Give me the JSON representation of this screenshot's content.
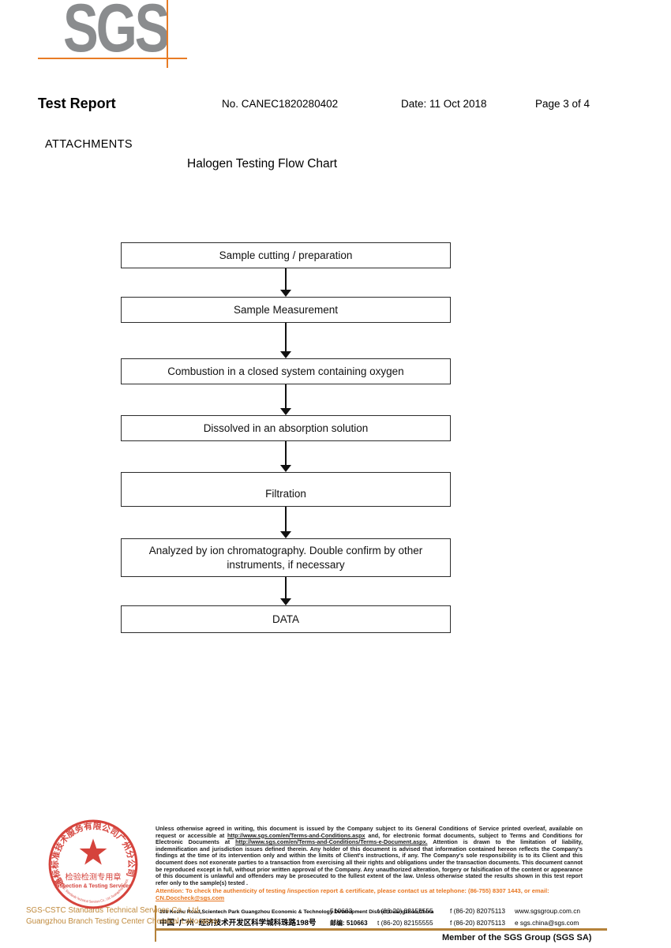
{
  "logo": {
    "text": "SGS"
  },
  "header": {
    "title": "Test Report",
    "report_no": "No. CANEC1820280402",
    "date": "Date: 11 Oct 2018",
    "page": "Page 3 of 4"
  },
  "attachments": {
    "label": "ATTACHMENTS",
    "chart_title": "Halogen Testing Flow Chart"
  },
  "flowchart": {
    "steps": [
      {
        "label": "Sample cutting / preparation"
      },
      {
        "label": "Sample Measurement"
      },
      {
        "label": "Combustion in a closed system containing oxygen"
      },
      {
        "label": "Dissolved in an absorption solution"
      },
      {
        "label": "Filtration"
      },
      {
        "label": "Analyzed by ion chromatography. Double confirm by other instruments, if necessary"
      },
      {
        "label": "DATA"
      }
    ]
  },
  "stamp": {
    "arc_text_cn": "通标标准技术服务有限公司广州分公司",
    "arc_text_en": "SGS-CSTC Standards Technical Services Co., Ltd. Guangzhou Branch",
    "line1": "检验检测专用章",
    "line2": "Inspection & Testing Services",
    "color": "#d2342c"
  },
  "footer": {
    "company_line1": "SGS-CSTC Standards Technical Services Co., Ltd.",
    "company_line2": "Guangzhou Branch Testing Center Chemical Laboratory.",
    "legal": {
      "seg1": "Unless otherwise agreed in writing, this document is issued by the Company subject to its General Conditions of Service printed overleaf, available on request or accessible at ",
      "url1": "http://www.sgs.com/en/Terms-and-Conditions.aspx",
      "seg2": " and, for electronic format documents, subject to Terms and Conditions for Electronic Documents at ",
      "url2": "http://www.sgs.com/en/Terms-and-Conditions/Terms-e-Document.aspx.",
      "seg3": " Attention is drawn to the limitation of liability, indemnification and jurisdiction issues defined therein. Any holder of this document is advised that information contained hereon reflects the Company's findings at the time of its intervention only and within the limits of Client's instructions, if any. The Company's sole responsibility is to its Client and this document does not exonerate parties to a transaction from exercising all their rights and obligations under the transaction documents. This document cannot be reproduced except in full, without prior written approval of the Company. Any unauthorized alteration, forgery or falsification of the content or appearance of this document is unlawful and offenders may be prosecuted to the fullest extent of the law. Unless otherwise stated the results shown in this test report refer only to the sample(s) tested ."
    },
    "attention": {
      "text": "Attention: To check the authenticity of testing /inspection report & certificate, please contact us at telephone: (86-755) 8307 1443, or email: ",
      "email": "CN.Doccheck@sgs.com"
    },
    "address_en": "198 Kezhu Road,Scientech Park Guangzhou Economic & Technology Development District,Guangzhou,China",
    "postal_en": "510663",
    "tel1": "t (86-20) 82155555",
    "fax1": "f (86-20) 82075113",
    "web": "www.sgsgroup.com.cn",
    "address_cn": "中国 ·广州 ·经济技术开发区科学城科珠路198号",
    "postal_cn": "邮编: 510663",
    "tel2": "t (86-20) 82155555",
    "fax2": "f (86-20) 82075113",
    "email": "e  sgs.china@sgs.com",
    "member": "Member of the SGS Group (SGS SA)"
  },
  "colors": {
    "logo_gray": "#8a8c8e",
    "accent_orange": "#e87c25",
    "stamp_red": "#d2342c",
    "footer_tan": "#c08a3d",
    "attention_orange": "#e87722",
    "rule_brown": "#b5823a"
  }
}
